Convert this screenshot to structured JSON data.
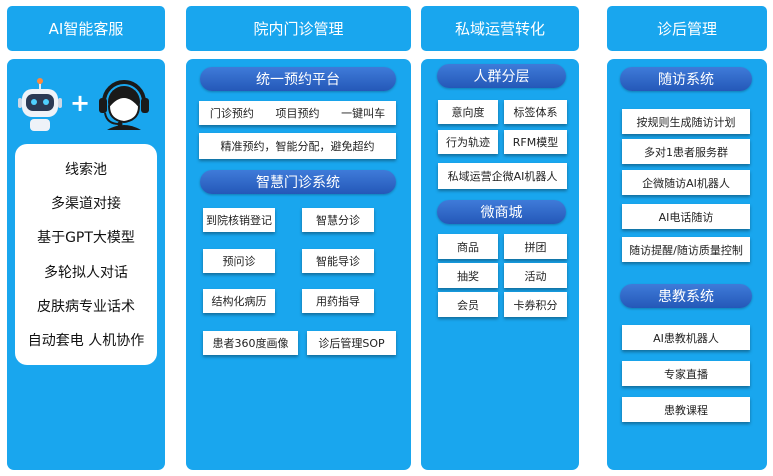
{
  "headers": [
    "AI智能客服",
    "院内门诊管理",
    "私域运营转化",
    "诊后管理"
  ],
  "ai_service": {
    "plus": "+",
    "items": [
      "线索池",
      "多渠道对接",
      "基于GPT大模型",
      "多轮拟人对话",
      "皮肤病专业话术",
      "自动套电 人机协作"
    ]
  },
  "clinic": {
    "booking_title": "统一预约平台",
    "booking_options": [
      "门诊预约",
      "项目预约",
      "一键叫车"
    ],
    "booking_desc": "精准预约，智能分配，避免超约",
    "smart_title": "智慧门诊系统",
    "smart_items": [
      "到院核销登记",
      "智慧分诊",
      "预问诊",
      "智能导诊",
      "结构化病历",
      "用药指导",
      "患者360度画像",
      "诊后管理SOP"
    ]
  },
  "private": {
    "crowd_title": "人群分层",
    "crowd_items": [
      "意向度",
      "标签体系",
      "行为轨迹",
      "RFM模型"
    ],
    "crowd_wide": "私域运营企微AI机器人",
    "mall_title": "微商城",
    "mall_items": [
      "商品",
      "拼团",
      "抽奖",
      "活动",
      "会员",
      "卡券积分"
    ]
  },
  "post": {
    "followup_title": "随访系统",
    "followup_items": [
      "按规则生成随访计划",
      "多对1患者服务群",
      "企微随访AI机器人",
      "AI电话随访",
      "随访提醒/随访质量控制"
    ],
    "edu_title": "患教系统",
    "edu_items": [
      "AI患教机器人",
      "专家直播",
      "患教课程"
    ]
  },
  "colors": {
    "primary": "#19a6ee",
    "pill": "#2a5fbf",
    "white": "#ffffff"
  }
}
